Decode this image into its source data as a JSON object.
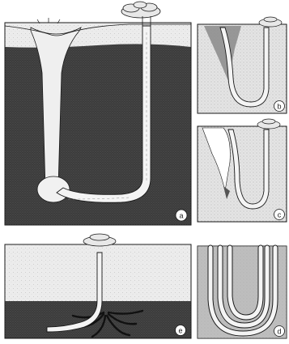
{
  "figure": {
    "panels": [
      {
        "id": "panel-a",
        "label": "a",
        "description_key": "burrow-u-tube-with-funnel-and-casts"
      },
      {
        "id": "panel-b",
        "label": "b"
      },
      {
        "id": "panel-c",
        "label": "c"
      },
      {
        "id": "panel-d",
        "label": "d"
      },
      {
        "id": "panel-e",
        "label": "e"
      }
    ],
    "colors": {
      "sediment_dark": "#3d3d3d",
      "sediment_light": "#d9d9d9",
      "burrow_fill": "#f2f2f2",
      "outline": "#1a1a1a",
      "label_fill": "#ffffff"
    }
  }
}
